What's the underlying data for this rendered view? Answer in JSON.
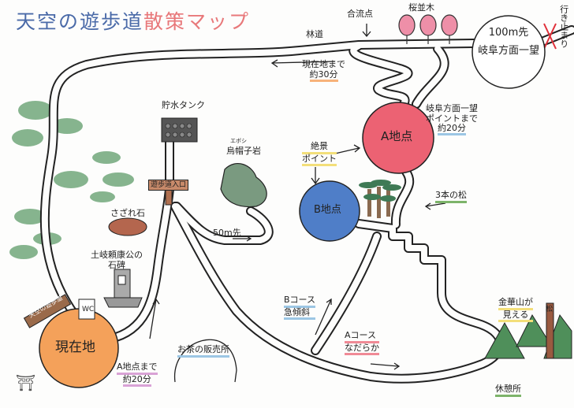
{
  "title": {
    "part1": "天空の遊歩道",
    "part2": "散策マップ"
  },
  "colors": {
    "title_blue": "#4a6aa8",
    "title_pink": "#e8787a",
    "point_a": "#ec6273",
    "point_b": "#4f7ec8",
    "current": "#f4a15a",
    "trees": "#4f8f5a"
  },
  "labels": {
    "forest_road": "林道",
    "junction": "合流点",
    "cherry_trees": "桜並木",
    "viewpoint_distance": "100m先",
    "viewpoint_name": "岐阜方面一望",
    "dead_end": "行き止まり",
    "to_current_1": "現在地まで",
    "to_current_2": "約30分",
    "to_viewpoint_1": "岐阜方面一望",
    "to_viewpoint_2": "ポイントまで",
    "to_viewpoint_3": "約20分",
    "water_tank": "貯水タンク",
    "eboshi_ruby": "エボシ",
    "eboshi_rock": "烏帽子岩",
    "superb_view_1": "絶景",
    "superb_view_2": "ポイント",
    "point_a": "A地点",
    "point_b": "B地点",
    "three_pines": "3本の松",
    "trail_entrance": "遊歩道入口",
    "sazare_stone": "さざれ石",
    "monument_1": "土岐頼康公の",
    "monument_2": "石碑",
    "fifty_m": "50m先",
    "sign": "天空の遊歩道",
    "wc": "WC",
    "current_location": "現在地",
    "to_a_1": "A地点まで",
    "to_a_2": "約20分",
    "tea_shop": "お茶の販売所",
    "b_course_1": "Bコース",
    "b_course_2": "急傾斜",
    "a_course_1": "Aコース",
    "a_course_2": "なだらか",
    "kinkazan_1": "金華山が",
    "kinkazan_2": "見える",
    "pine_post": "松",
    "rest_area": "休憩所",
    "shrine_mark": "⛩"
  }
}
